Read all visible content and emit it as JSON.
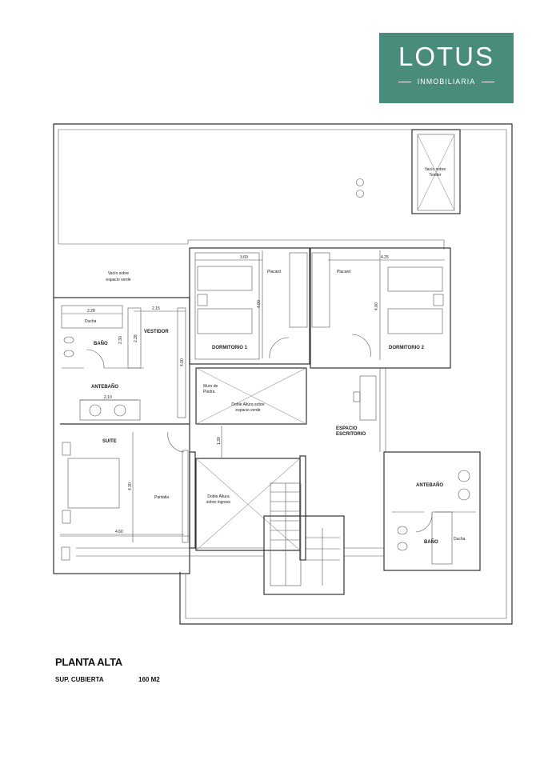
{
  "logo": {
    "name": "LOTUS",
    "subtitle": "INMOBILIARIA",
    "color": "#4a8c7c"
  },
  "plan": {
    "rooms": {
      "vacio_tender": [
        "Vacío sobre",
        "Tender"
      ],
      "vacio_verde": [
        "Vacío sobre",
        "espacio verde"
      ],
      "dormitorio1": "DORMITORIO 1",
      "dormitorio2": "DORMITORIO 2",
      "placard1": "Placard",
      "placard2": "Placard",
      "ducha1": "Ducha",
      "bano1": "BAÑO",
      "vestidor": "VESTIDOR",
      "antebano1": "ANTEBAÑO",
      "muro": [
        "Muro de",
        "Piedra"
      ],
      "doble_verde": [
        "Doble Altura sobre",
        "espacio verde"
      ],
      "espacio": [
        "ESPACIO",
        "ESCRITORIO"
      ],
      "suite": "SUITE",
      "pantalla": "Pantalla",
      "doble_ingreso": [
        "Doble Altura",
        "sobre ingreso"
      ],
      "antebano2": "ANTEBAÑO",
      "bano2": "BAÑO",
      "ducha2": "Ducha"
    },
    "dims": {
      "d1_width": "3.60",
      "d1_depth": "4.00",
      "d2_width": "4.25",
      "d2_depth": "4.00",
      "bano_width": "2.28",
      "bano_depth": "2.30",
      "vest_width": "2.15",
      "vest_depth1": "2.28",
      "vest_depth2": "4.00",
      "antebano_width": "2.10",
      "pasillo": "1.30",
      "suite_depth": "4.30",
      "suite_width": "4.60"
    }
  },
  "footer": {
    "title": "PLANTA ALTA",
    "sup_label": "SUP. CUBIERTA",
    "sup_value": "160 M2"
  }
}
